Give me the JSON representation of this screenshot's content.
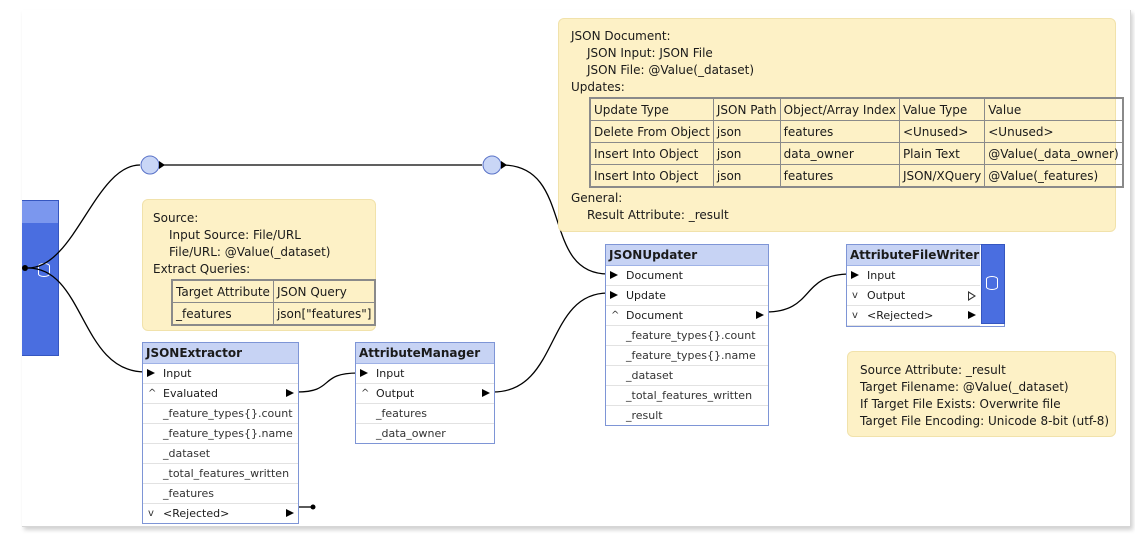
{
  "notes": {
    "json_doc": {
      "lines": [
        "JSON Document:",
        "JSON Input: JSON File",
        "JSON File: @Value(_dataset)",
        "Updates:"
      ],
      "table_headers": [
        "Update Type",
        "JSON Path",
        "Object/Array Index",
        "Value Type",
        "Value"
      ],
      "table_rows": [
        [
          "Delete From Object",
          "json",
          "features",
          "<Unused>",
          "<Unused>"
        ],
        [
          "Insert Into Object",
          "json",
          "data_owner",
          "Plain Text",
          "@Value(_data_owner)"
        ],
        [
          "Insert Into Object",
          "json",
          "features",
          "JSON/XQuery",
          "@Value(_features)"
        ]
      ],
      "footer": [
        "General:",
        "Result Attribute: _result"
      ]
    },
    "source": {
      "lines": [
        "Source:",
        "Input Source: File/URL",
        "File/URL: @Value(_dataset)",
        "Extract Queries:"
      ],
      "table_headers": [
        "Target Attribute",
        "JSON Query"
      ],
      "table_rows": [
        [
          "_features",
          "json[\"features\"]"
        ]
      ]
    },
    "writer": {
      "lines": [
        "Source Attribute: _result",
        "Target Filename: @Value(_dataset)",
        "If Target File Exists: Overwrite file",
        "Target File Encoding: Unicode 8-bit (utf-8)"
      ]
    }
  },
  "nodes": {
    "json_extractor": {
      "title": "JSONExtractor",
      "input": "Input",
      "output": "Evaluated",
      "attributes": [
        "_feature_types{}.count",
        "_feature_types{}.name",
        "_dataset",
        "_total_features_written",
        "_features"
      ],
      "rejected": "<Rejected>"
    },
    "attribute_manager": {
      "title": "AttributeManager",
      "input": "Input",
      "output": "Output",
      "attributes": [
        "_features",
        "_data_owner"
      ]
    },
    "json_updater": {
      "title": "JSONUpdater",
      "inputs": [
        "Document",
        "Update"
      ],
      "output": "Document",
      "attributes": [
        "_feature_types{}.count",
        "_feature_types{}.name",
        "_dataset",
        "_total_features_written",
        "_result"
      ]
    },
    "attribute_file_writer": {
      "title": "AttributeFileWriter",
      "input": "Input",
      "output": "Output",
      "rejected": "<Rejected>"
    }
  },
  "icons": {
    "collapse": "caret-up-icon",
    "expand": "caret-down-icon",
    "database": "database-icon"
  },
  "colors": {
    "node_header": "#c7d3f4",
    "node_border": "#7e95d6",
    "note_bg": "#fdf1c6",
    "sidebar": "#4a6ee0",
    "junction": "#c9d6f6"
  }
}
